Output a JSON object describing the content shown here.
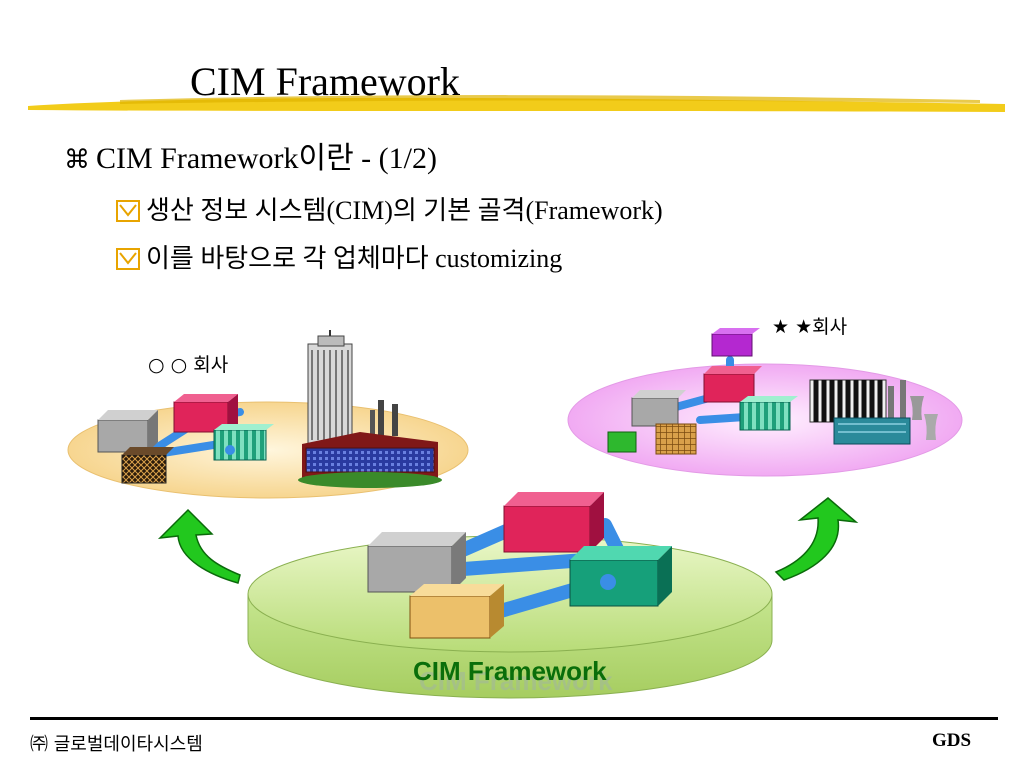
{
  "slide": {
    "title": "CIM Framework",
    "bullet_main": "CIM Framework이란 - (1/2)",
    "bullet_main_icon": "command-icon",
    "bullets_sub": [
      "생산 정보 시스템(CIM)의 기본 골격(Framework)",
      "이를 바탕으로 각 업체마다 customizing"
    ],
    "bullet_sub_icon": "checkbox-icon"
  },
  "diagram": {
    "company_left": "○ ○ 회사",
    "company_right": "★ ★회사",
    "base_label": "CIM Framework"
  },
  "footer": {
    "company": "㈜ 글로벌데이타시스템",
    "logo": "GDS"
  },
  "colors": {
    "accent_yellow": "#f2cc1a",
    "platform_green": "#c8e88a",
    "label_green": "#0a6e0a",
    "arrow_green": "#22c81e"
  }
}
